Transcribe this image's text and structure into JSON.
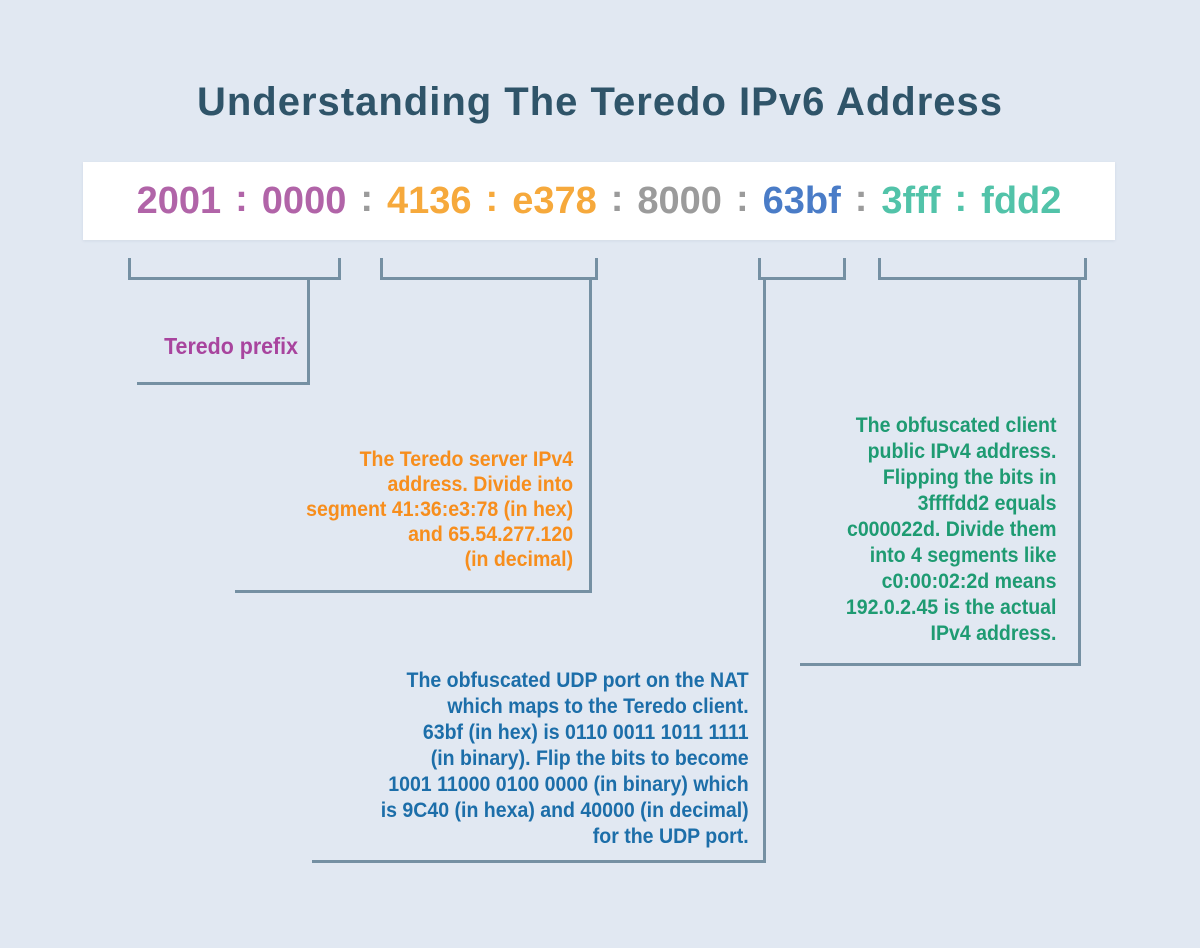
{
  "title": "Understanding The Teredo IPv6 Address",
  "address": {
    "parts": [
      {
        "text": "2001",
        "color": "#b164a8",
        "kind": "segment"
      },
      {
        "text": ":",
        "color": "#b164a8",
        "kind": "separator"
      },
      {
        "text": "0000",
        "color": "#b164a8",
        "kind": "segment"
      },
      {
        "text": ":",
        "color": "#9b9b9b",
        "kind": "separator"
      },
      {
        "text": "4136",
        "color": "#f6a93c",
        "kind": "segment"
      },
      {
        "text": ":",
        "color": "#f6a93c",
        "kind": "separator"
      },
      {
        "text": "e378",
        "color": "#f6a93c",
        "kind": "segment"
      },
      {
        "text": ":",
        "color": "#9b9b9b",
        "kind": "separator"
      },
      {
        "text": "8000",
        "color": "#9b9b9b",
        "kind": "segment"
      },
      {
        "text": ":",
        "color": "#9b9b9b",
        "kind": "separator"
      },
      {
        "text": "63bf",
        "color": "#4a7cc7",
        "kind": "segment"
      },
      {
        "text": ":",
        "color": "#9b9b9b",
        "kind": "separator"
      },
      {
        "text": "3fff",
        "color": "#52c3a9",
        "kind": "segment"
      },
      {
        "text": ":",
        "color": "#52c3a9",
        "kind": "separator"
      },
      {
        "text": "fdd2",
        "color": "#52c3a9",
        "kind": "segment"
      }
    ]
  },
  "annotations": {
    "prefix": {
      "color": "#a8449e",
      "lines": [
        "Teredo prefix"
      ]
    },
    "server": {
      "color": "#f78e1d",
      "lines": [
        "The Teredo server IPv4",
        "address. Divide into",
        "segment 41:36:e3:78 (in hex)",
        "and 65.54.277.120",
        "(in decimal)"
      ]
    },
    "port": {
      "color": "#1c6ea9",
      "lines": [
        "The obfuscated UDP port on the NAT",
        "which maps to the Teredo client.",
        "63bf (in hex) is 0110 0011 1011 1111",
        "(in binary). Flip the bits to become",
        "1001 11000 0100 0000 (in binary) which",
        "is 9C40 (in hexa) and 40000 (in decimal)",
        "for the UDP port."
      ]
    },
    "client": {
      "color": "#1e9b72",
      "lines": [
        "The obfuscated client",
        "public IPv4 address.",
        "Flipping the bits in",
        "3ffffdd2 equals",
        "c000022d. Divide them",
        "into 4 segments like",
        "c0:00:02:2d means",
        "192.0.2.45 is the actual",
        "IPv4 address."
      ]
    }
  },
  "style": {
    "background": "#e1e8f2",
    "title_color": "#2f5469",
    "bar_background": "#ffffff",
    "line_color": "#7590a3"
  }
}
